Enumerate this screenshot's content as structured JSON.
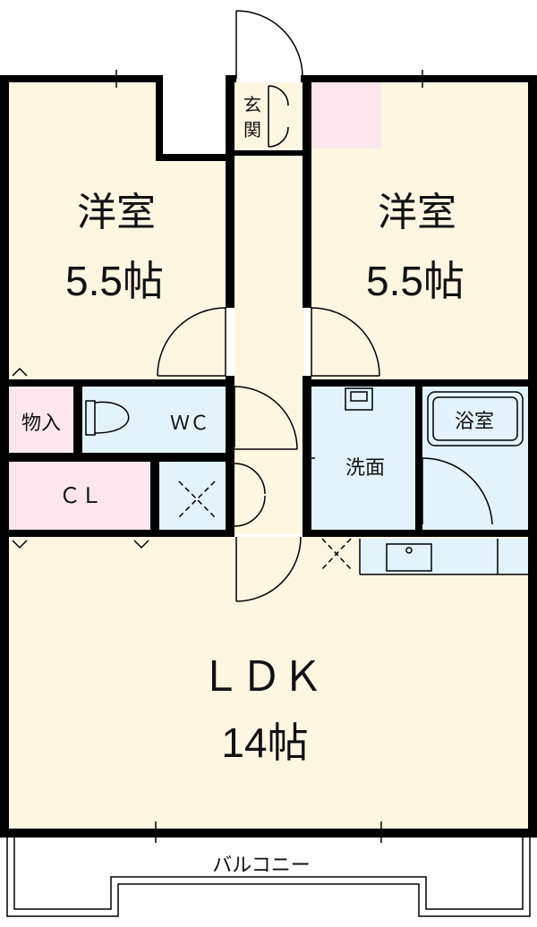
{
  "colors": {
    "room": "#fdf6e1",
    "wet": "#e2f3fb",
    "storage": "#fde6ee",
    "wall": "#000000"
  },
  "rooms": {
    "western_left": {
      "name": "洋室",
      "size": "5.5帖"
    },
    "western_right": {
      "name": "洋室",
      "size": "5.5帖"
    },
    "entrance": {
      "line1": "玄",
      "line2": "関"
    },
    "storage": "物入",
    "wc": "ＷＣ",
    "closet": "ＣＬ",
    "washroom": "洗面",
    "bathroom": "浴室",
    "ldk": {
      "name": "ＬＤＫ",
      "size": "14帖"
    },
    "balcony": "バルコニー"
  }
}
